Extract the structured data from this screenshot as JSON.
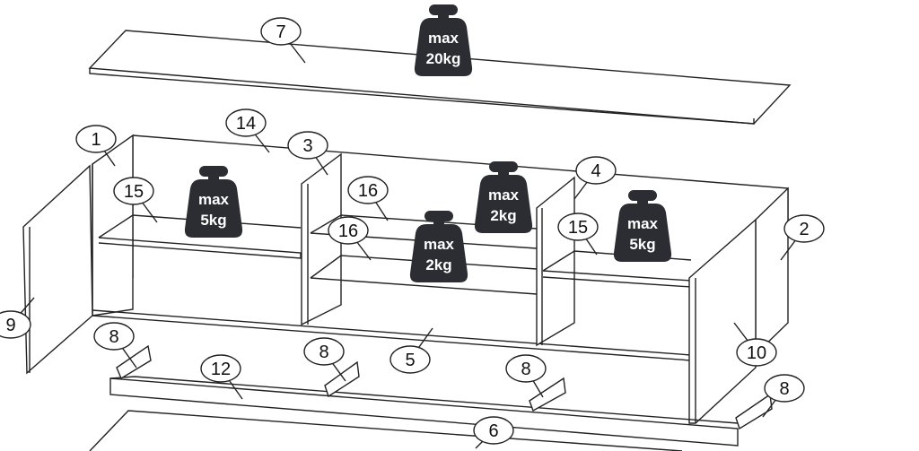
{
  "callouts": {
    "top_panel": "7",
    "back_panel": "14",
    "left_side": "1",
    "divider_left": "3",
    "divider_right": "4",
    "shelf_left": "15",
    "glass_shelf_upper": "16",
    "glass_shelf_lower": "16",
    "shelf_right": "15",
    "right_side": "2",
    "door_left": "9",
    "door_right": "10",
    "foot_1": "8",
    "foot_2": "8",
    "foot_3": "8",
    "foot_4": "8",
    "plinth": "12",
    "bottom_panel": "5",
    "base_panel": "6"
  },
  "weights": {
    "top": {
      "line1": "max",
      "line2": "20kg"
    },
    "shelf_left": {
      "line1": "max",
      "line2": "5kg"
    },
    "glass_upper": {
      "line1": "max",
      "line2": "2kg"
    },
    "glass_lower": {
      "line1": "max",
      "line2": "2kg"
    },
    "shelf_right": {
      "line1": "max",
      "line2": "5kg"
    }
  },
  "colors": {
    "weight_fill": "#2b2d33",
    "line": "#222222"
  }
}
